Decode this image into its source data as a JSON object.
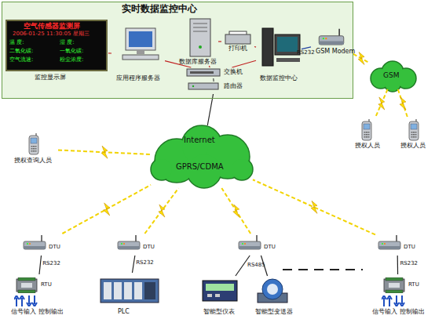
{
  "diagram": {
    "nodes": [
      {
        "text": [
          "实时数据监控中心"
        ]
      },
      {
        "text": [
          "空气传感器监测屏",
          "2006-01-25 11:30:05 星期三",
          "温 度:",
          "湿 度:",
          "二氧化碳:",
          "一氧化碳:",
          "空气流速:",
          "粉尘浓度:",
          "监控显示屏"
        ],
        "in": 0
      },
      {
        "text": [
          "应用程序服务器"
        ],
        "in": 0
      },
      {
        "text": [
          "数据库服务器"
        ],
        "in": 0
      },
      {
        "text": [
          "打印机"
        ],
        "in": 0
      },
      {
        "text": [
          "数据监控中心"
        ],
        "in": 0
      },
      {
        "text": [
          "GSM Modem"
        ],
        "in": 0
      },
      {
        "text": [
          "交换机"
        ],
        "in": 0
      },
      {
        "text": [
          "路由器"
        ],
        "in": 0
      },
      {
        "text": [
          "GSM"
        ]
      },
      {
        "text": [
          "授权人员"
        ]
      },
      {
        "text": [
          "授权人员"
        ]
      },
      {
        "text": [
          "Internet",
          "GPRS/CDMA"
        ]
      },
      {
        "text": [
          "授权查询人员"
        ]
      },
      {
        "text": [
          "DTU"
        ]
      },
      {
        "text": [
          "RTU",
          "信号输入 控制输出"
        ]
      },
      {
        "text": [
          "DTU"
        ]
      },
      {
        "text": [
          "PLC"
        ]
      },
      {
        "text": [
          "DTU"
        ]
      },
      {
        "text": [
          "智能型仪表"
        ]
      },
      {
        "text": [
          "智能型变送器"
        ]
      },
      {
        "text": [
          "DTU"
        ]
      },
      {
        "text": [
          "RTU",
          "信号输入 控制输出"
        ]
      }
    ],
    "edges": [
      {
        "from": 1,
        "to": 2,
        "arrow": "none"
      },
      {
        "from": 2,
        "to": 7,
        "arrow": "none"
      },
      {
        "from": 3,
        "to": 7,
        "arrow": "none"
      },
      {
        "from": 3,
        "to": 4,
        "arrow": "none"
      },
      {
        "from": 4,
        "to": 5,
        "arrow": "none"
      },
      {
        "from": 5,
        "to": 7,
        "arrow": "none"
      },
      {
        "from": 7,
        "to": 8,
        "arrow": "none"
      },
      {
        "from": 5,
        "to": 6,
        "label": "RS232",
        "arrow": "none"
      },
      {
        "from": 8,
        "to": 12,
        "arrow": "none"
      },
      {
        "from": 6,
        "to": 9,
        "arrow": "none"
      },
      {
        "from": 9,
        "to": 10,
        "arrow": "none"
      },
      {
        "from": 9,
        "to": 11,
        "arrow": "none"
      },
      {
        "from": 13,
        "to": 12,
        "arrow": "none"
      },
      {
        "from": 14,
        "to": 12,
        "arrow": "none"
      },
      {
        "from": 16,
        "to": 12,
        "arrow": "none"
      },
      {
        "from": 18,
        "to": 12,
        "arrow": "none"
      },
      {
        "from": 21,
        "to": 12,
        "arrow": "none"
      },
      {
        "from": 14,
        "to": 15,
        "label": "RS232",
        "arrow": "none"
      },
      {
        "from": 16,
        "to": 17,
        "label": "RS232",
        "arrow": "none"
      },
      {
        "from": 18,
        "to": 19,
        "label": "RS485",
        "arrow": "none"
      },
      {
        "from": 18,
        "to": 20,
        "arrow": "none"
      },
      {
        "from": 21,
        "to": 22,
        "label": "RS232",
        "arrow": "none"
      }
    ]
  }
}
